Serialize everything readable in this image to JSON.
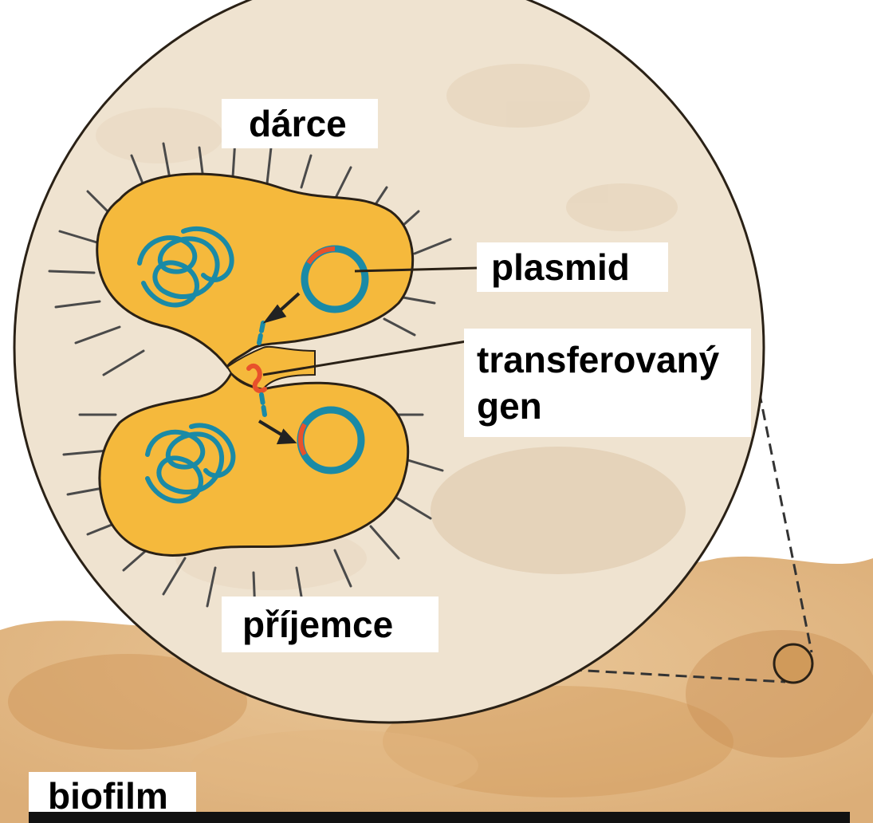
{
  "labels": {
    "donor": "dárce",
    "plasmid": "plasmid",
    "transferred_gene_line1": "transferovaný",
    "transferred_gene_line2": "gen",
    "recipient": "příjemce",
    "biofilm": "biofilm"
  },
  "colors": {
    "cell_fill": "#f5b93c",
    "cell_outline": "#2a2116",
    "dna": "#1a8aa6",
    "gene": "#e8512b",
    "lens_fill": "#efe3d0",
    "biofilm": "#dca868",
    "bar": "#111111"
  }
}
